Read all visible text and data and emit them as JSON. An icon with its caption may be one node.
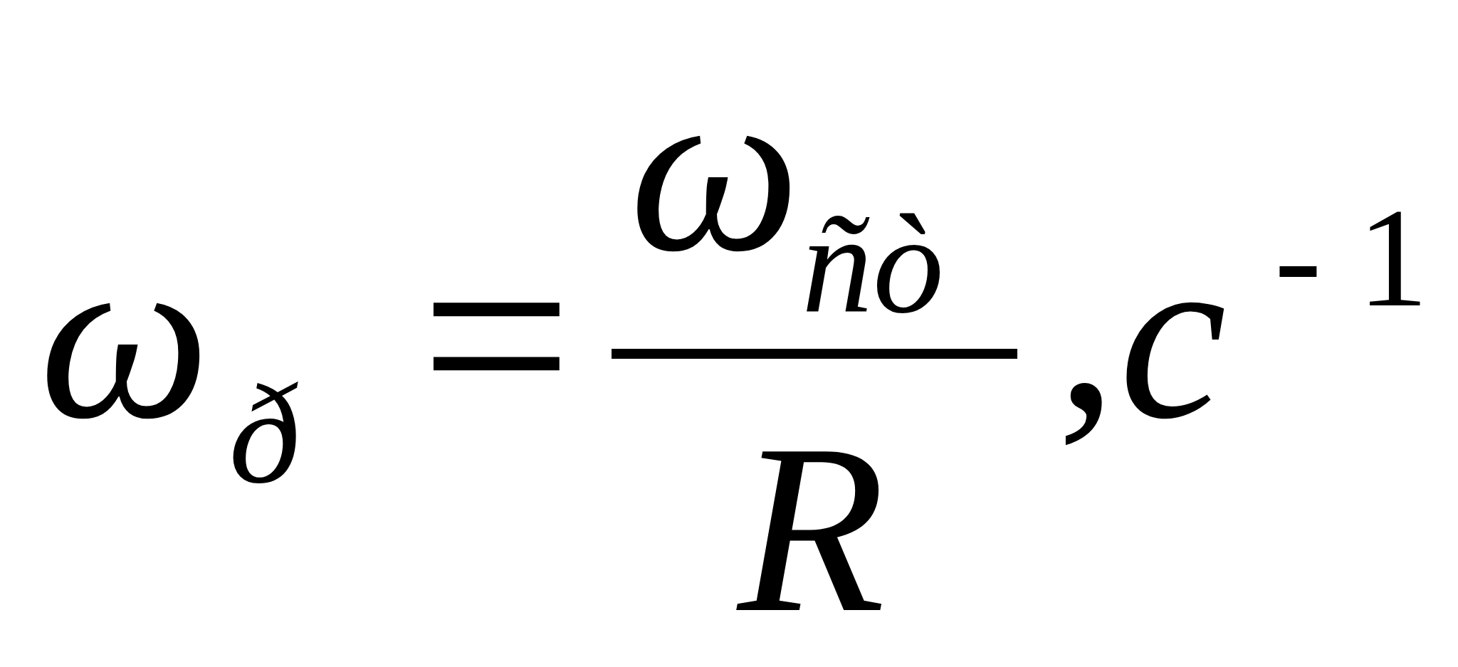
{
  "diagram": {
    "nodes": [
      {
        "text": [],
        "shape": "bar"
      }
    ],
    "labels": [
      "ω",
      "ð",
      "=",
      "ω",
      "ñò",
      "R",
      ",",
      "c",
      "-1"
    ]
  }
}
